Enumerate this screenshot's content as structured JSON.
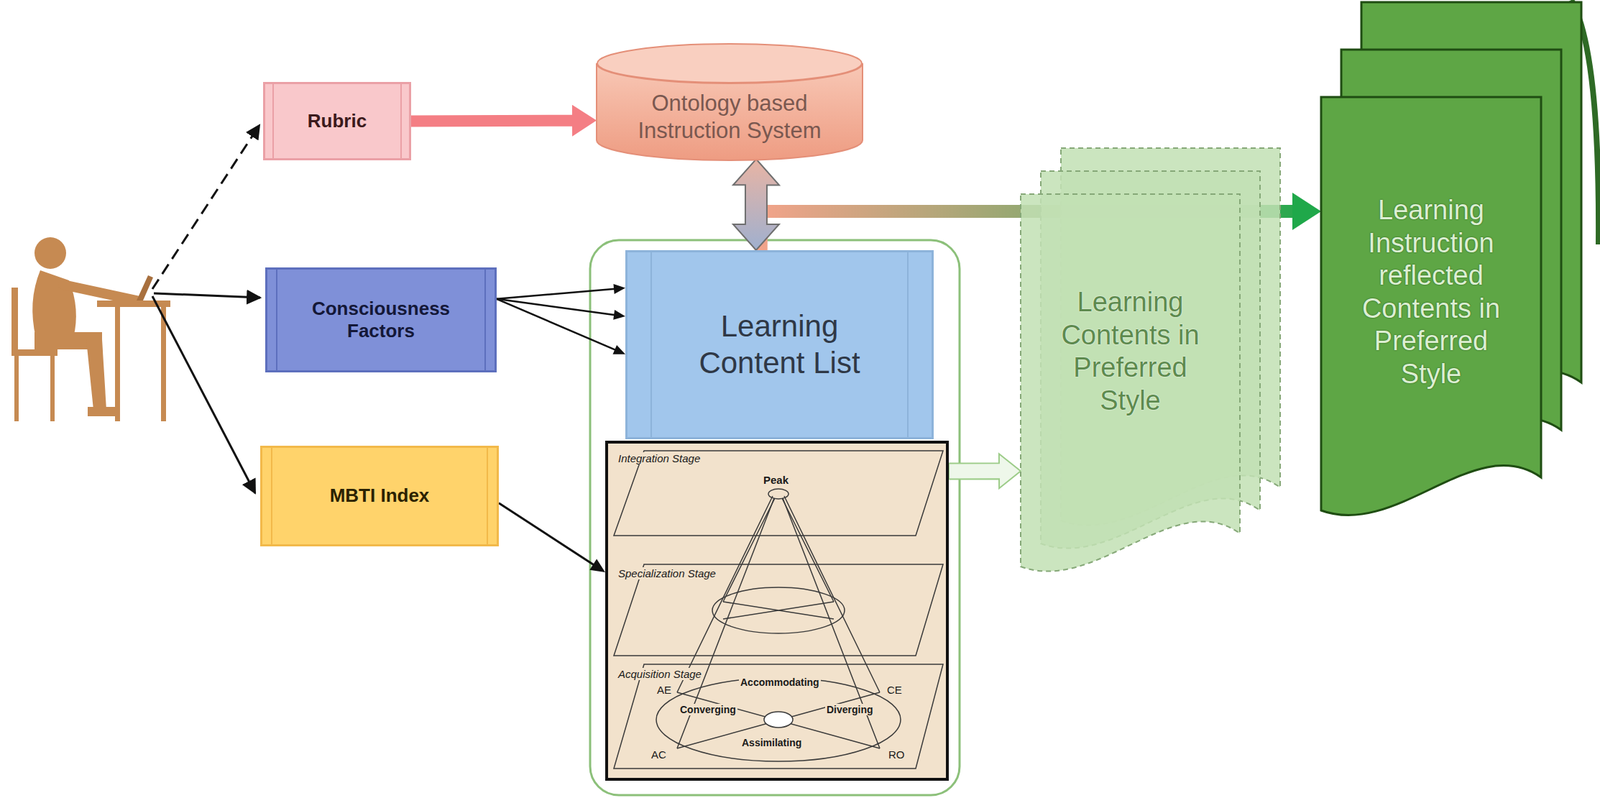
{
  "diagram": {
    "nodes": [
      {
        "text": [
          "Rubric"
        ]
      },
      {
        "text": [
          "Ontology based Instruction System"
        ]
      },
      {
        "text": [
          "Consciousness Factors"
        ]
      },
      {
        "text": [
          "MBTI Index"
        ]
      },
      {
        "text": [
          "Learning Content List"
        ]
      },
      {
        "text": [
          "Integration Stage",
          "Peak",
          "Specialization Stage",
          "Acquisition Stage",
          "AE",
          "CE",
          "Accommodating",
          "Converging",
          "Diverging",
          "Assimilating",
          "AC",
          "RO"
        ]
      },
      {
        "text": [
          "Learning Contents in Preferred Style"
        ]
      },
      {
        "text": [
          "Learning Instruction reflected Contents in Preferred Style"
        ]
      }
    ],
    "edges": [
      {
        "from": 0,
        "to": 1,
        "arrow": "to"
      },
      {
        "from": 2,
        "to": 4,
        "arrow": "to"
      },
      {
        "from": 2,
        "to": 4,
        "arrow": "to"
      },
      {
        "from": 2,
        "to": 4,
        "arrow": "to"
      },
      {
        "from": 1,
        "to": 4,
        "arrow": "both"
      },
      {
        "from": 4,
        "to": 7,
        "arrow": "to"
      },
      {
        "from": 3,
        "to": 5,
        "arrow": "to"
      },
      {
        "from": 5,
        "to": 6,
        "arrow": "to"
      }
    ]
  }
}
